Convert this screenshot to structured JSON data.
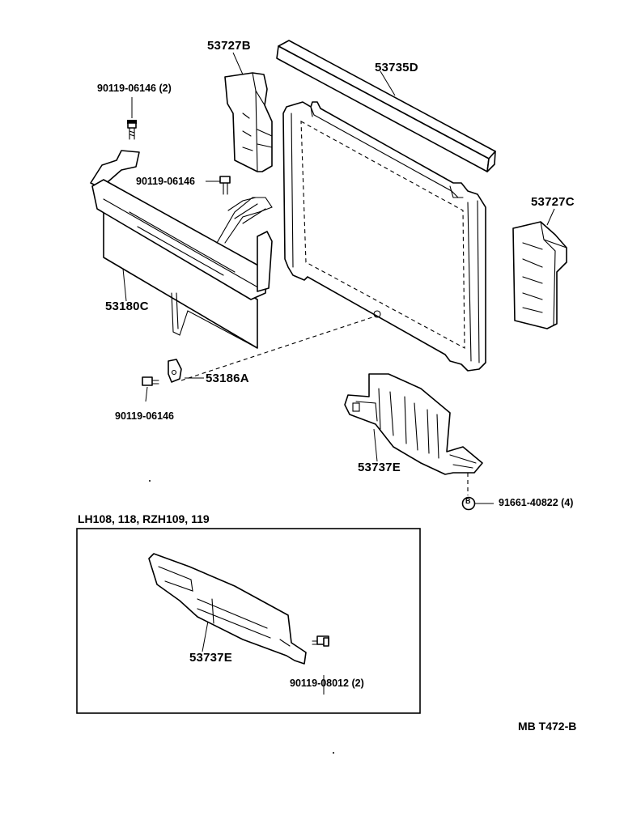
{
  "diagram": {
    "parts": {
      "radiator_seal_top": "53735D",
      "seal_lh": "53727B",
      "seal_rh": "53727C",
      "fan_shroud": "53180C",
      "bracket": "53186A",
      "under_cover": "53737E",
      "under_cover_variant": "53737E"
    },
    "fasteners": {
      "bolt_top_left": "90119-06146 (2)",
      "bolt_shroud": "90119-06146",
      "bolt_bracket": "90119-06146",
      "clip": "91661-40822 (4)",
      "clip_symbol": "B",
      "bolt_variant": "90119-08012 (2)"
    },
    "variant_box": {
      "label": "LH108, 118, RZH109, 119"
    },
    "illustration_code": "MB T472-B"
  }
}
